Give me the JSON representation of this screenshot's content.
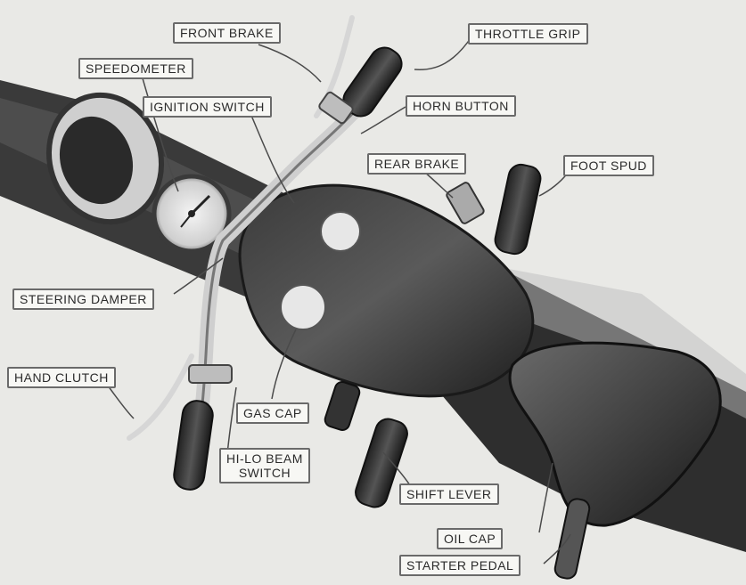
{
  "labels": {
    "front_brake": "FRONT BRAKE",
    "throttle_grip": "THROTTLE GRIP",
    "speedometer": "SPEEDOMETER",
    "ignition_switch": "IGNITION SWITCH",
    "horn_button": "HORN BUTTON",
    "rear_brake": "REAR BRAKE",
    "foot_spud": "FOOT SPUD",
    "steering_damper": "STEERING DAMPER",
    "hand_clutch": "HAND CLUTCH",
    "gas_cap": "GAS CAP",
    "hi_lo_beam_switch_line1": "HI-LO BEAM",
    "hi_lo_beam_switch_line2": "SWITCH",
    "shift_lever": "SHIFT LEVER",
    "oil_cap": "OIL CAP",
    "starter_pedal": "STARTER PEDAL"
  },
  "colors": {
    "background": "#e9e9e6",
    "metal_dark": "#2a2a2a",
    "chrome": "#cfcfcf",
    "label_fill": "#f7f7f4",
    "label_border": "#6a6a6a",
    "leader": "#4a4a4a"
  }
}
